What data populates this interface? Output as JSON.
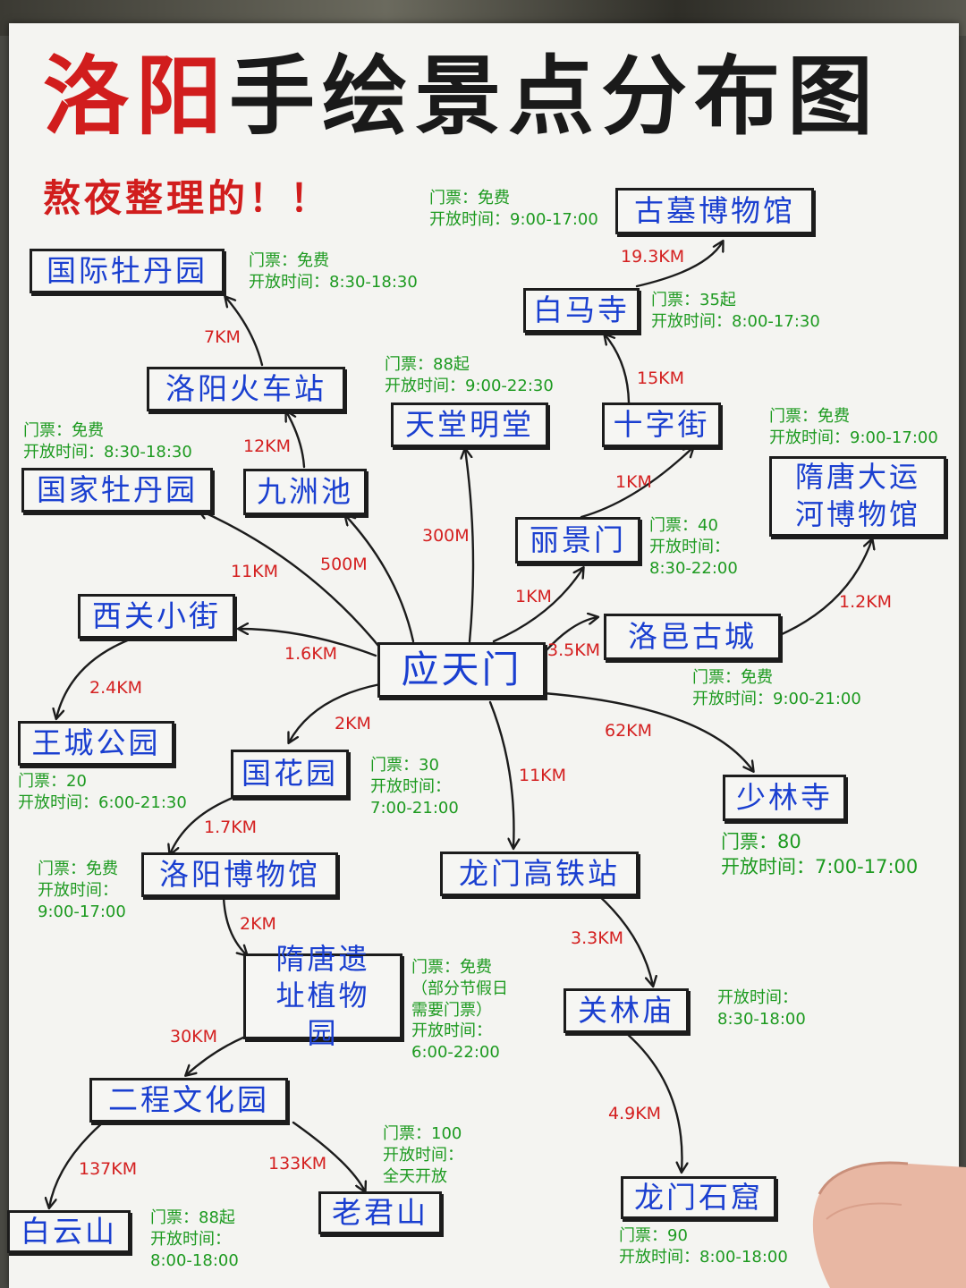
{
  "title": {
    "red": "洛阳",
    "black": "手绘景点分布图"
  },
  "subtitle": "熬夜整理的！！",
  "nodes": {
    "yingtianmen": "应天门",
    "gumu": "古墓博物馆",
    "baima": "白马寺",
    "shizijie": "十字街",
    "lijingmen": "丽景门",
    "suitang_canal": "隋唐大运河博物馆",
    "luoyi": "洛邑古城",
    "shaolin": "少林寺",
    "tiantang": "天堂明堂",
    "guoji_mudan": "国际牡丹园",
    "huochezhan": "洛阳火车站",
    "jiuzhou": "九洲池",
    "guojia_mudan": "国家牡丹园",
    "xiguan": "西关小街",
    "wangcheng": "王城公园",
    "guohua": "国花园",
    "bowuguan": "洛阳博物馆",
    "longmen_gaotie": "龙门高铁站",
    "guanlin": "关林庙",
    "longmen_shiku": "龙门石窟",
    "suitang_site": "隋唐遗址植物园",
    "ercheng": "二程文化园",
    "baiyun": "白云山",
    "laojun": "老君山"
  },
  "infos": {
    "gumu": [
      "门票：免费",
      "开放时间：9:00-17:00"
    ],
    "guoji_mudan": [
      "门票：免费",
      "开放时间：8:30-18:30"
    ],
    "baima": [
      "门票：35起",
      "开放时间：8:00-17:30"
    ],
    "tiantang": [
      "门票：88起",
      "开放时间：9:00-22:30"
    ],
    "guojia_mudan": [
      "门票：免费",
      "开放时间：8:30-18:30"
    ],
    "suitang_canal": [
      "门票：免费",
      "开放时间：9:00-17:00"
    ],
    "lijingmen": [
      "门票：40",
      "开放时间：",
      "8:30-22:00"
    ],
    "luoyi": [
      "门票：免费",
      "开放时间：9:00-21:00"
    ],
    "wangcheng": [
      "门票：20",
      "开放时间：6:00-21:30"
    ],
    "guohua": [
      "门票：30",
      "开放时间：",
      "7:00-21:00"
    ],
    "shaolin": [
      "门票：80",
      "开放时间：7:00-17:00"
    ],
    "bowuguan": [
      "门票：免费",
      "开放时间：",
      "9:00-17:00"
    ],
    "suitang_site": [
      "门票：免费",
      "（部分节假日",
      "需要门票）",
      "开放时间：",
      "6:00-22:00"
    ],
    "guanlin": [
      "开放时间：",
      "8:30-18:00"
    ],
    "laojun": [
      "门票：100",
      "开放时间：",
      "全天开放"
    ],
    "baiyun": [
      "门票：88起",
      "开放时间：",
      "8:00-18:00"
    ],
    "longmen_shiku": [
      "门票：90",
      "开放时间：8:00-18:00"
    ]
  },
  "distances": {
    "baima_gumu": "19.3KM",
    "huochezhan_guoji": "7KM",
    "shizi_baima": "15KM",
    "jiuzhou_huoche": "12KM",
    "lijing_shizi": "1KM",
    "ying_tiantang": "300M",
    "ying_jiuzhou": "500M",
    "ying_guojia": "11KM",
    "ying_lijing": "1KM",
    "luoyi_canal": "1.2KM",
    "ying_luoyi": "3.5KM",
    "ying_xiguan": "1.6KM",
    "xiguan_wangcheng": "2.4KM",
    "ying_guohua": "2KM",
    "ying_shaolin": "62KM",
    "ying_longmen_gt": "11KM",
    "guohua_bowuguan": "1.7KM",
    "bowuguan_suitang": "2KM",
    "gt_guanlin": "3.3KM",
    "suitang_ercheng": "30KM",
    "guanlin_shiku": "4.9KM",
    "ercheng_baiyun": "137KM",
    "ercheng_laojun": "133KM"
  },
  "colors": {
    "title_red": "#d11d1d",
    "node_text": "#1a3fd0",
    "info_green": "#1d9a20",
    "distance_red": "#d42020",
    "ink": "#1c1c1c"
  }
}
